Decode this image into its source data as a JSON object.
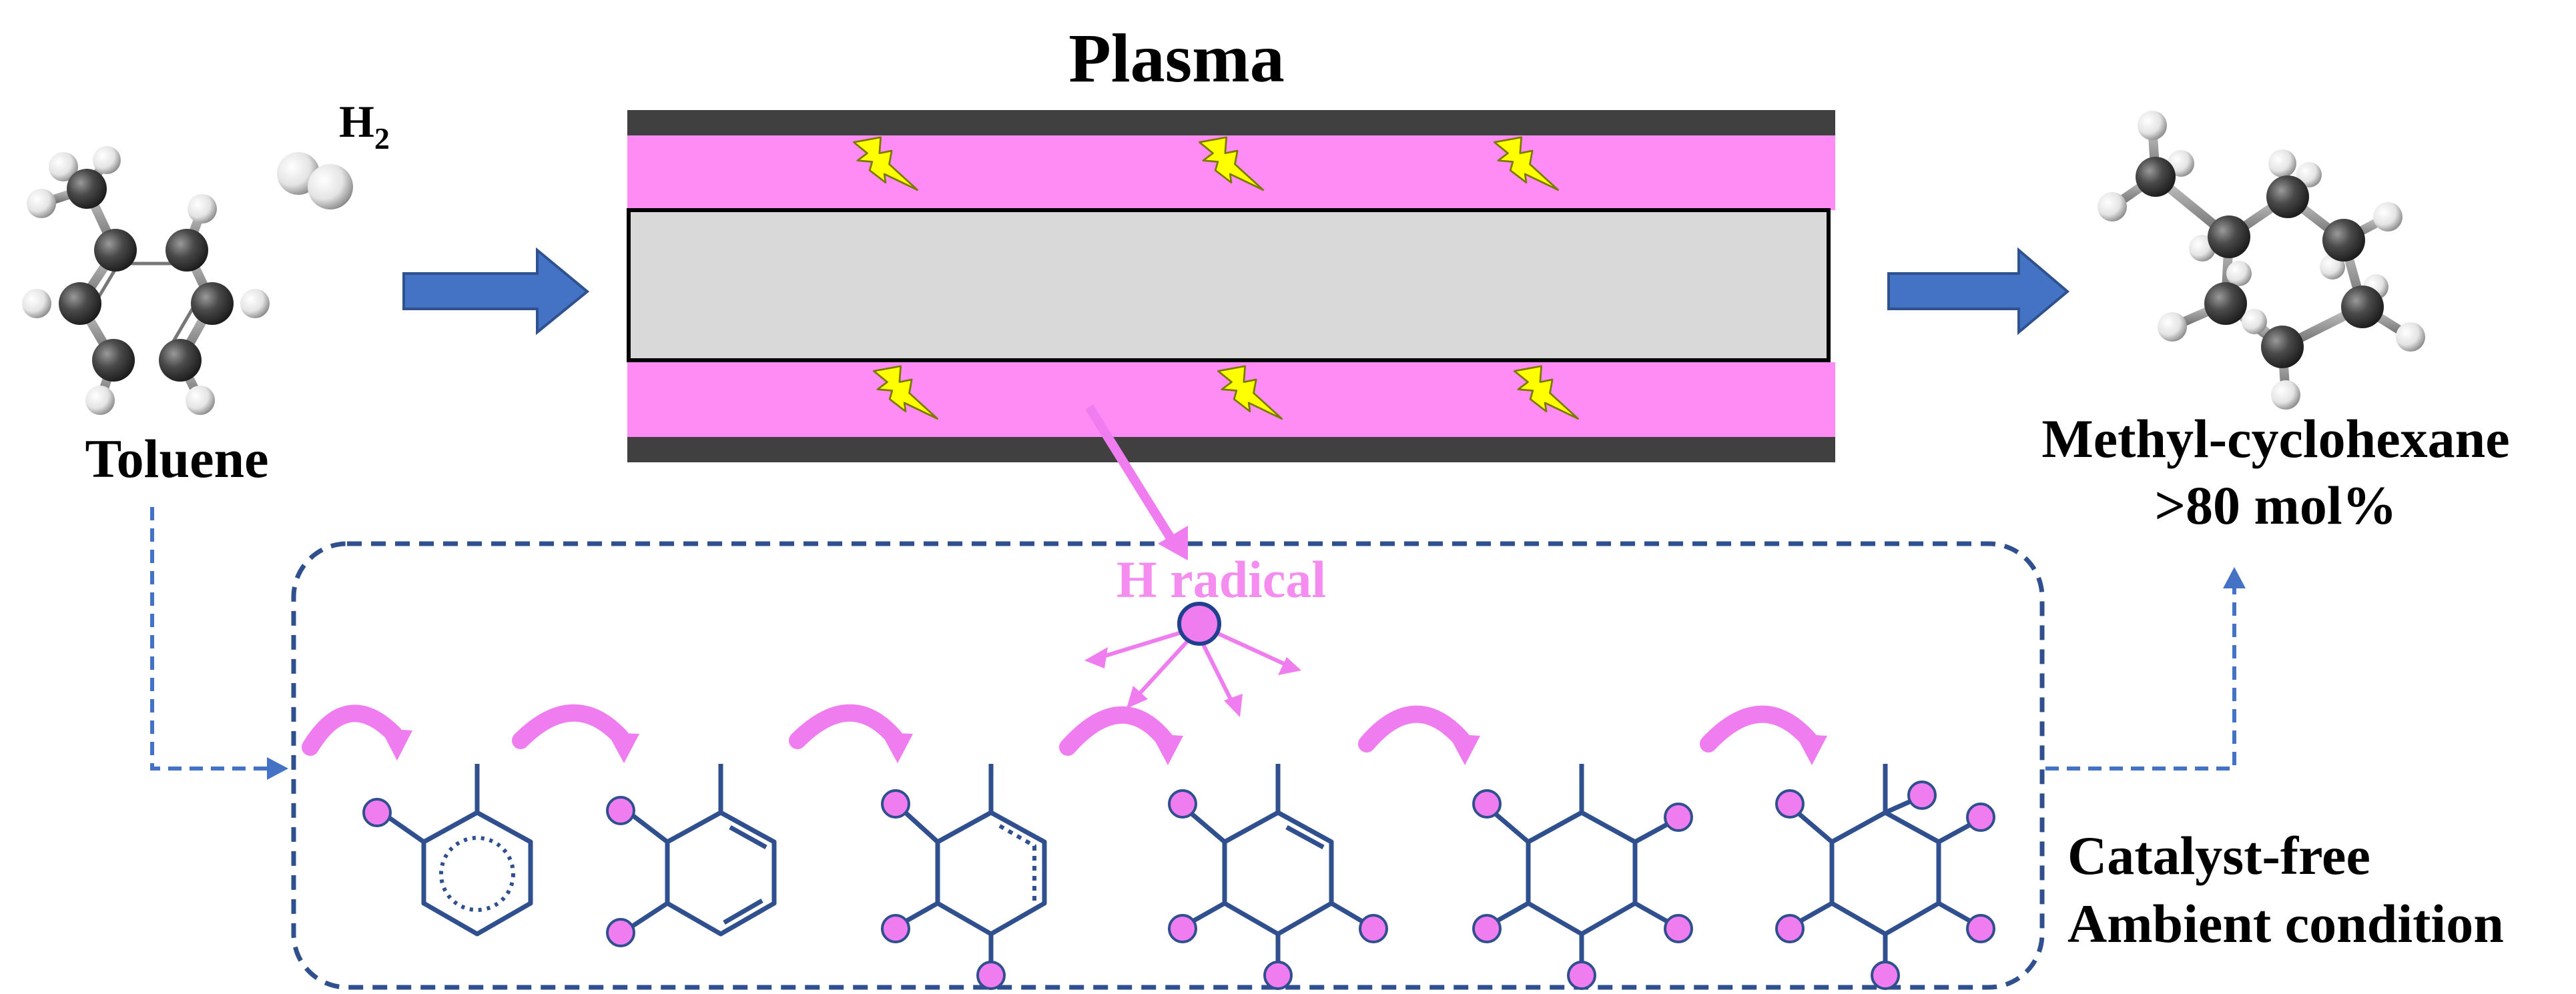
{
  "title": "Plasma",
  "reactant": {
    "label": "Toluene"
  },
  "hydrogen": {
    "label": "H",
    "subscript": "2"
  },
  "product": {
    "label": "Methyl-cyclohexane",
    "yield": ">80 mol%"
  },
  "radical": {
    "label": "H radical"
  },
  "conditions": {
    "line1": "Catalyst-free",
    "line2": "Ambient condition"
  },
  "colors": {
    "electrode": "#404040",
    "plasma": "#ff8cf5",
    "tube": "#d9d9d9",
    "flow_arrow": "#4472c4",
    "bolt": "#ffff00",
    "scheme_line": "#2f4f8f",
    "h_atom": "#f07df0",
    "dashed_box": "#2f4f8f",
    "radical_text": "#f58cf0"
  }
}
